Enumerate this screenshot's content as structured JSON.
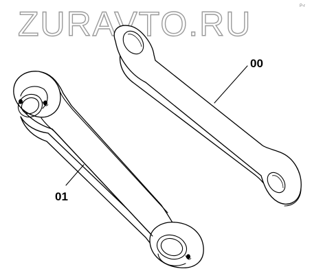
{
  "watermark": "ZURAVTO.RU",
  "corner_mark": "P-r",
  "parts": [
    {
      "label": "00"
    },
    {
      "label": "01"
    }
  ]
}
